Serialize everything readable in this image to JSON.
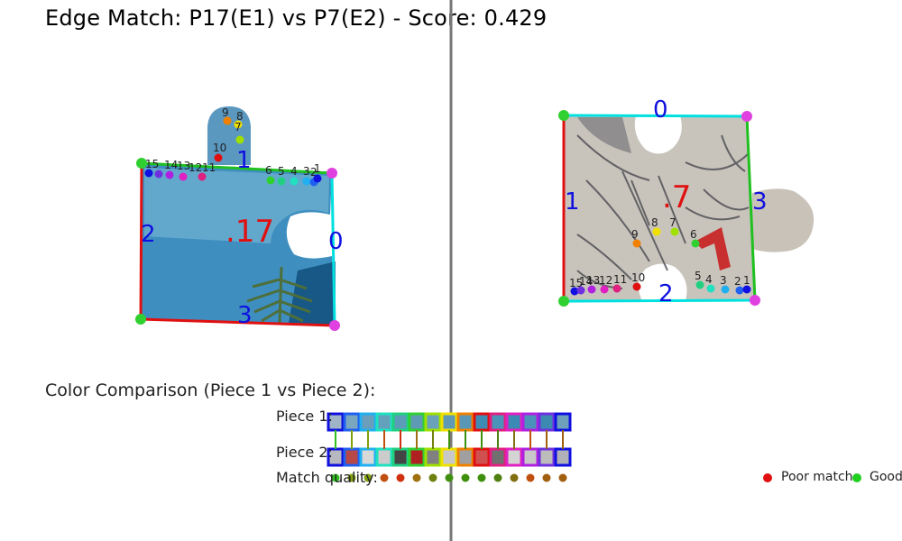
{
  "title": "Edge Match: P17(E1) vs P7(E2) - Score: 0.429",
  "piece1": {
    "id_label": ".17",
    "edge_labels": [
      "0",
      "1",
      "2",
      "3"
    ],
    "edge_colors": {
      "0": "#00e0e0",
      "1": "#20c020",
      "2": "#e01010",
      "3": "#e01010"
    }
  },
  "piece2": {
    "id_label": ".7",
    "edge_labels": [
      "0",
      "1",
      "2",
      "3"
    ]
  },
  "piece1_top_points": [
    {
      "label": "15",
      "color": "#1010e0"
    },
    {
      "label": "14",
      "color": "#7030e0"
    },
    {
      "label": "13",
      "color": "#b020e0"
    },
    {
      "label": "12",
      "color": "#e020c0"
    },
    {
      "label": "11",
      "color": "#e02080"
    },
    {
      "label": "10",
      "color": "#e01010"
    },
    {
      "label": "9",
      "color": "#f08000"
    },
    {
      "label": "8",
      "color": "#f0e000"
    },
    {
      "label": "7",
      "color": "#a0e000"
    },
    {
      "label": "6",
      "color": "#30d030"
    },
    {
      "label": "5",
      "color": "#20d080"
    },
    {
      "label": "4",
      "color": "#20e0c0"
    },
    {
      "label": "3",
      "color": "#20b0f0"
    },
    {
      "label": "2",
      "color": "#2060f0"
    },
    {
      "label": "1",
      "color": "#1010e0"
    }
  ],
  "piece2_bottom_points": [
    {
      "label": "15",
      "color": "#1010e0"
    },
    {
      "label": "14",
      "color": "#7030e0"
    },
    {
      "label": "13",
      "color": "#b020e0"
    },
    {
      "label": "12",
      "color": "#e020c0"
    },
    {
      "label": "11",
      "color": "#e02080"
    },
    {
      "label": "10",
      "color": "#e01010"
    },
    {
      "label": "9",
      "color": "#f08000"
    },
    {
      "label": "8",
      "color": "#f0e000"
    },
    {
      "label": "7",
      "color": "#a0e000"
    },
    {
      "label": "6",
      "color": "#30d030"
    },
    {
      "label": "5",
      "color": "#20d080"
    },
    {
      "label": "4",
      "color": "#20e0c0"
    },
    {
      "label": "3",
      "color": "#20b0f0"
    },
    {
      "label": "2",
      "color": "#2060f0"
    },
    {
      "label": "1",
      "color": "#1010e0"
    }
  ],
  "color_comparison": {
    "heading": "Color Comparison (Piece 1 vs Piece 2):",
    "row1_label": "Piece 1:",
    "row2_label": "Piece 2:",
    "quality_label": "Match quality:",
    "border_colors": [
      "#1010e0",
      "#2060f0",
      "#20b0f0",
      "#20e0c0",
      "#20d080",
      "#30d030",
      "#a0e000",
      "#f0e000",
      "#f08000",
      "#e01010",
      "#e02080",
      "#e020c0",
      "#b020e0",
      "#7030e0",
      "#1010e0"
    ],
    "piece1_swatches": [
      "#a0b4c8",
      "#7aa6c0",
      "#6a9eba",
      "#62a0bc",
      "#5c9cb8",
      "#5e9ab6",
      "#6aa2bc",
      "#5e9ab6",
      "#5898b6",
      "#3e8cb4",
      "#4a94ba",
      "#3c8ab6",
      "#4a92ba",
      "#3c8ab2",
      "#6ea0bc"
    ],
    "piece2_swatches": [
      "#b8b8c0",
      "#b84848",
      "#d8d8d8",
      "#cccccc",
      "#444444",
      "#b02020",
      "#808080",
      "#c8c8c8",
      "#a0a0a0",
      "#d05050",
      "#707070",
      "#d4d4d4",
      "#c8c8c8",
      "#bcbcbc",
      "#b0b0b8"
    ],
    "quality_colors": [
      "#30c020",
      "#80a010",
      "#80a010",
      "#c05010",
      "#d03010",
      "#a07010",
      "#708010",
      "#409010",
      "#409010",
      "#409010",
      "#508010",
      "#807010",
      "#c05010",
      "#a06010",
      "#a06010"
    ]
  },
  "legend": {
    "poor_label": "Poor match",
    "good_label": "Good match",
    "poor_color": "#e01010",
    "good_color": "#20d020"
  }
}
